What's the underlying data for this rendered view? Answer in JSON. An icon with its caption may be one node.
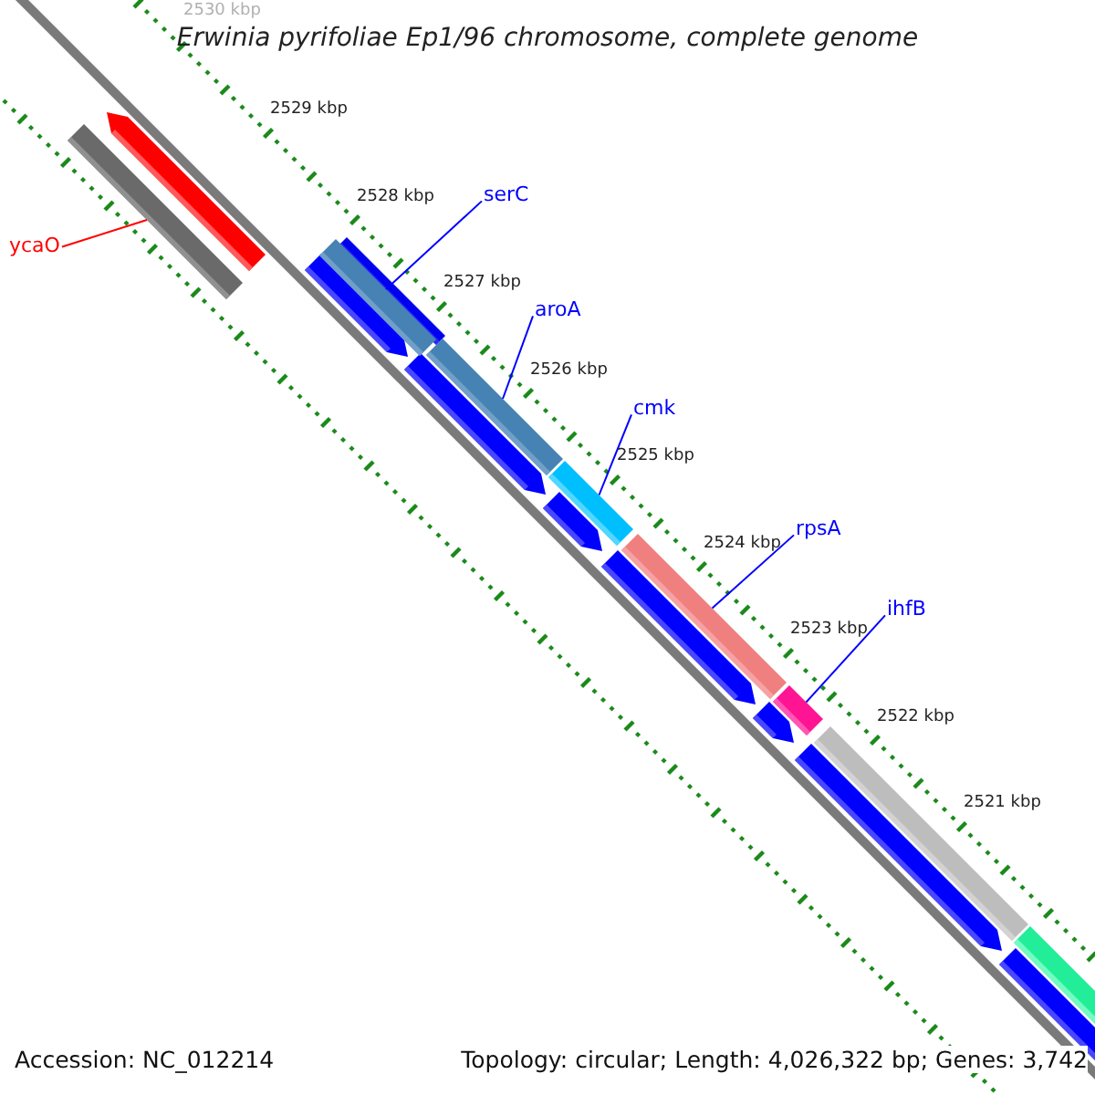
{
  "diagram": {
    "title": "Erwinia pyrifoliae Ep1/96 chromosome, complete genome",
    "nodes": [
      {
        "text": [
          "ycaO"
        ]
      },
      {
        "text": [],
        "shape": "bar"
      },
      {
        "text": [
          "serC"
        ]
      },
      {
        "text": [],
        "shape": "bar"
      },
      {
        "text": [
          "aroA"
        ]
      },
      {
        "text": [],
        "shape": "bar"
      },
      {
        "text": [
          "cmk"
        ]
      },
      {
        "text": [],
        "shape": "bar"
      },
      {
        "text": [
          "rpsA"
        ]
      },
      {
        "text": [],
        "shape": "bar"
      },
      {
        "text": [
          "ihfB"
        ]
      },
      {
        "text": [],
        "shape": "bar"
      }
    ],
    "edges": [
      {
        "from": 0,
        "to": 1,
        "arrow": "none",
        "color": "#ff0000"
      },
      {
        "from": 2,
        "to": 3,
        "arrow": "none"
      },
      {
        "from": 4,
        "to": 5,
        "arrow": "none"
      },
      {
        "from": 6,
        "to": 7,
        "arrow": "none"
      },
      {
        "from": 8,
        "to": 9,
        "arrow": "none"
      },
      {
        "from": 10,
        "to": 11,
        "arrow": "none"
      }
    ],
    "labels": [
      "2530 kbp",
      "2529 kbp",
      "2528 kbp",
      "2527 kbp",
      "2526 kbp",
      "2525 kbp",
      "2524 kbp",
      "2523 kbp",
      "2522 kbp",
      "2521 kbp",
      "Accession: NC_012214",
      "Topology: circular; Length: 4,026,322 bp; Genes: 3,742"
    ]
  }
}
